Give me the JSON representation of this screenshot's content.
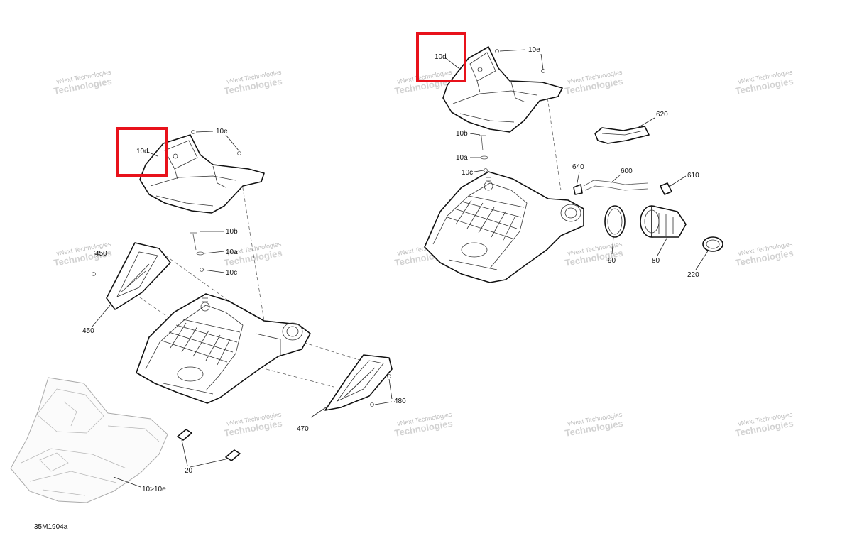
{
  "drawing_id": "35M1904a",
  "watermark": {
    "line1": "vNext Technologies",
    "line2": "Technologies"
  },
  "highlight_color": "#e8121b",
  "callouts": {
    "left": {
      "c10d": "10d",
      "c10e": "10e",
      "c10b": "10b",
      "c10a": "10a",
      "c10c": "10c",
      "c450": "450",
      "c450b": "450",
      "c470": "470",
      "c480": "480",
      "c20": "20",
      "c10to10e": "10>10e"
    },
    "right": {
      "c10d": "10d",
      "c10e": "10e",
      "c10b": "10b",
      "c10a": "10a",
      "c10c": "10c",
      "c620": "620",
      "c640": "640",
      "c600": "600",
      "c610": "610",
      "c90": "90",
      "c80": "80",
      "c220": "220"
    }
  }
}
